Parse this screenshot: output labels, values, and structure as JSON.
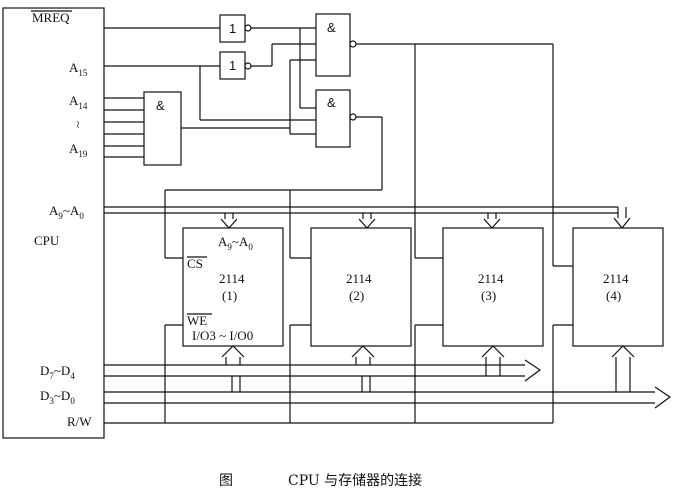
{
  "cpu": {
    "name": "CPU",
    "mreq_label": "MREQ",
    "a15": {
      "base": "A",
      "sub": "15"
    },
    "a14": {
      "base": "A",
      "sub": "14"
    },
    "range_mark": "~",
    "a19": {
      "base": "A",
      "sub": "19"
    },
    "addr_bus": {
      "a": "A",
      "s1": "9",
      "t": "~A",
      "s2": "0"
    },
    "data_hi": {
      "a": "D",
      "s1": "7",
      "t": "~D",
      "s2": "4"
    },
    "data_lo": {
      "a": "D",
      "s1": "3",
      "t": "~D",
      "s2": "0"
    },
    "rw_label": "R/W"
  },
  "gates": {
    "not_label": "1",
    "and_label": "&"
  },
  "chips": [
    {
      "part": "2114",
      "index": "(1)"
    },
    {
      "part": "2114",
      "index": "(2)"
    },
    {
      "part": "2114",
      "index": "(3)"
    },
    {
      "part": "2114",
      "index": "(4)"
    }
  ],
  "chip1_pins": {
    "addr": {
      "a": "A",
      "s1": "9",
      "t": "~A",
      "s2": "0"
    },
    "cs": "CS",
    "we": "WE",
    "io": "I/O3 ~ I/O0"
  },
  "caption": {
    "prefix": "图",
    "text": "CPU 与存储器的连接"
  }
}
